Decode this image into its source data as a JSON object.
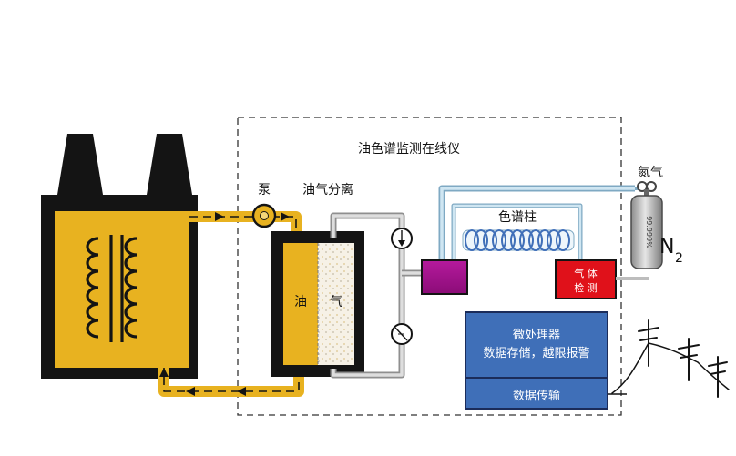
{
  "diagram": {
    "monitor_title": "油色谱监测在线仪",
    "pump_label": "泵",
    "separation_label": "油气分离",
    "oil_label": "油",
    "gas_label": "气",
    "column_label": "色谱柱",
    "detector_line1": "气 体",
    "detector_line2": "检 测",
    "nitrogen_label": "氮气",
    "cylinder_text": "99.999%",
    "n2_letter": "N",
    "n2_subscript": "2",
    "processor_line1": "微处理器",
    "processor_line2": "数据存储，越限报警",
    "data_transfer_label": "数据传输"
  },
  "colors": {
    "oil": "#e8b220",
    "dark": "#141414",
    "pipe_blue": "#9cc6dc",
    "pipe_gray": "#b7b7b7",
    "purple_box": "#a2108c",
    "detector_red": "#e0111a",
    "processor_blue": "#3f6fb8"
  }
}
